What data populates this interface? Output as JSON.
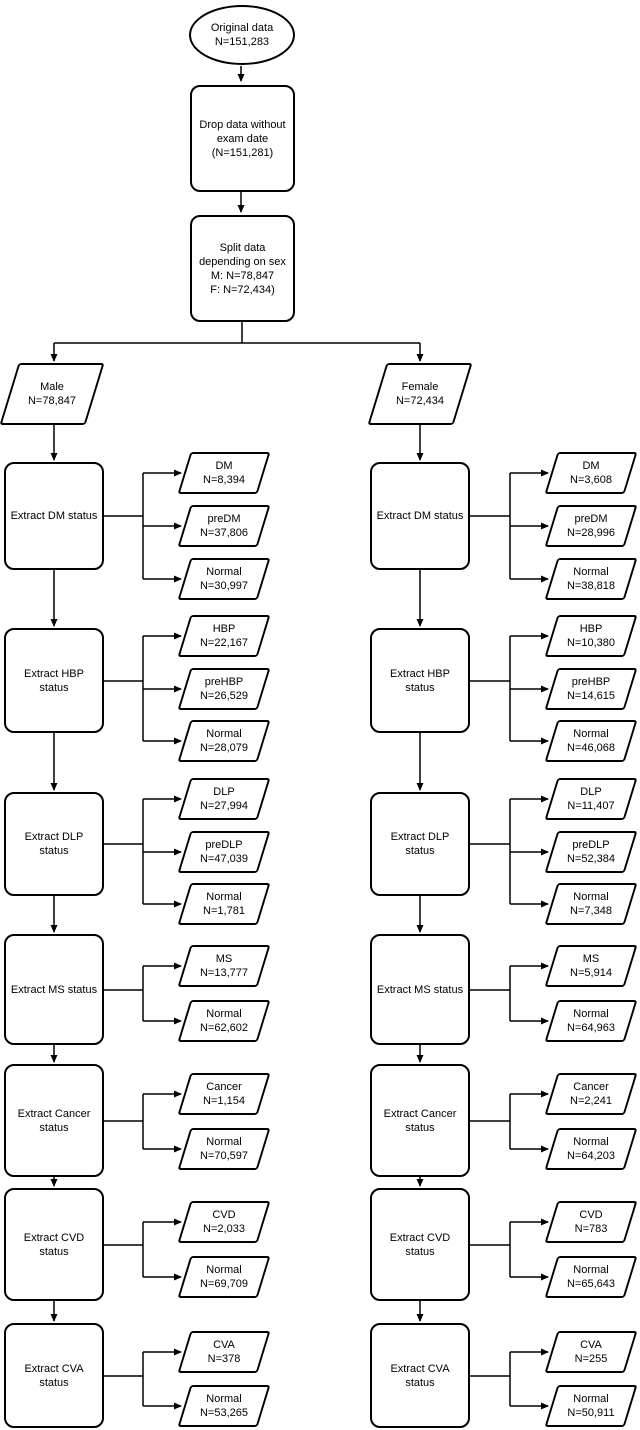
{
  "colors": {
    "stroke": "#000000",
    "background": "#ffffff"
  },
  "start": {
    "lines": [
      "Original data",
      "N=151,283"
    ]
  },
  "drop": {
    "lines": [
      "Drop data without",
      "exam date",
      "(N=151,281)"
    ]
  },
  "split": {
    "lines": [
      "Split data",
      "depending on sex",
      "M: N=78,847",
      "F: N=72,434)"
    ]
  },
  "columns": [
    {
      "id": "male",
      "entry": {
        "label": "Male",
        "n": "N=78,847"
      },
      "sections": [
        {
          "key": "dm",
          "process_lines": [
            "Extract DM status"
          ],
          "outputs": [
            {
              "label": "DM",
              "n": "N=8,394"
            },
            {
              "label": "preDM",
              "n": "N=37,806"
            },
            {
              "label": "Normal",
              "n": "N=30,997"
            }
          ]
        },
        {
          "key": "hbp",
          "process_lines": [
            "Extract HBP",
            "status"
          ],
          "outputs": [
            {
              "label": "HBP",
              "n": "N=22,167"
            },
            {
              "label": "preHBP",
              "n": "N=26,529"
            },
            {
              "label": "Normal",
              "n": "N=28,079"
            }
          ]
        },
        {
          "key": "dlp",
          "process_lines": [
            "Extract DLP",
            "status"
          ],
          "outputs": [
            {
              "label": "DLP",
              "n": "N=27,994"
            },
            {
              "label": "preDLP",
              "n": "N=47,039"
            },
            {
              "label": "Normal",
              "n": "N=1,781"
            }
          ]
        },
        {
          "key": "ms",
          "process_lines": [
            "Extract MS status"
          ],
          "outputs": [
            {
              "label": "MS",
              "n": "N=13,777"
            },
            {
              "label": "Normal",
              "n": "N=62,602"
            }
          ]
        },
        {
          "key": "cancer",
          "process_lines": [
            "Extract Cancer",
            "status"
          ],
          "outputs": [
            {
              "label": "Cancer",
              "n": "N=1,154"
            },
            {
              "label": "Normal",
              "n": "N=70,597"
            }
          ]
        },
        {
          "key": "cvd",
          "process_lines": [
            "Extract CVD",
            "status"
          ],
          "outputs": [
            {
              "label": "CVD",
              "n": "N=2,033"
            },
            {
              "label": "Normal",
              "n": "N=69,709"
            }
          ]
        },
        {
          "key": "cva",
          "process_lines": [
            "Extract CVA",
            "status"
          ],
          "outputs": [
            {
              "label": "CVA",
              "n": "N=378"
            },
            {
              "label": "Normal",
              "n": "N=53,265"
            }
          ]
        }
      ]
    },
    {
      "id": "female",
      "entry": {
        "label": "Female",
        "n": "N=72,434"
      },
      "sections": [
        {
          "key": "dm",
          "process_lines": [
            "Extract DM status"
          ],
          "outputs": [
            {
              "label": "DM",
              "n": "N=3,608"
            },
            {
              "label": "preDM",
              "n": "N=28,996"
            },
            {
              "label": "Normal",
              "n": "N=38,818"
            }
          ]
        },
        {
          "key": "hbp",
          "process_lines": [
            "Extract HBP",
            "status"
          ],
          "outputs": [
            {
              "label": "HBP",
              "n": "N=10,380"
            },
            {
              "label": "preHBP",
              "n": "N=14,615"
            },
            {
              "label": "Normal",
              "n": "N=46,068"
            }
          ]
        },
        {
          "key": "dlp",
          "process_lines": [
            "Extract DLP",
            "status"
          ],
          "outputs": [
            {
              "label": "DLP",
              "n": "N=11,407"
            },
            {
              "label": "preDLP",
              "n": "N=52,384"
            },
            {
              "label": "Normal",
              "n": "N=7,348"
            }
          ]
        },
        {
          "key": "ms",
          "process_lines": [
            "Extract MS status"
          ],
          "outputs": [
            {
              "label": "MS",
              "n": "N=5,914"
            },
            {
              "label": "Normal",
              "n": "N=64,963"
            }
          ]
        },
        {
          "key": "cancer",
          "process_lines": [
            "Extract Cancer",
            "status"
          ],
          "outputs": [
            {
              "label": "Cancer",
              "n": "N=2,241"
            },
            {
              "label": "Normal",
              "n": "N=64,203"
            }
          ]
        },
        {
          "key": "cvd",
          "process_lines": [
            "Extract CVD",
            "status"
          ],
          "outputs": [
            {
              "label": "CVD",
              "n": "N=783"
            },
            {
              "label": "Normal",
              "n": "N=65,643"
            }
          ]
        },
        {
          "key": "cva",
          "process_lines": [
            "Extract CVA",
            "status"
          ],
          "outputs": [
            {
              "label": "CVA",
              "n": "N=255"
            },
            {
              "label": "Normal",
              "n": "N=50,911"
            }
          ]
        }
      ]
    }
  ]
}
